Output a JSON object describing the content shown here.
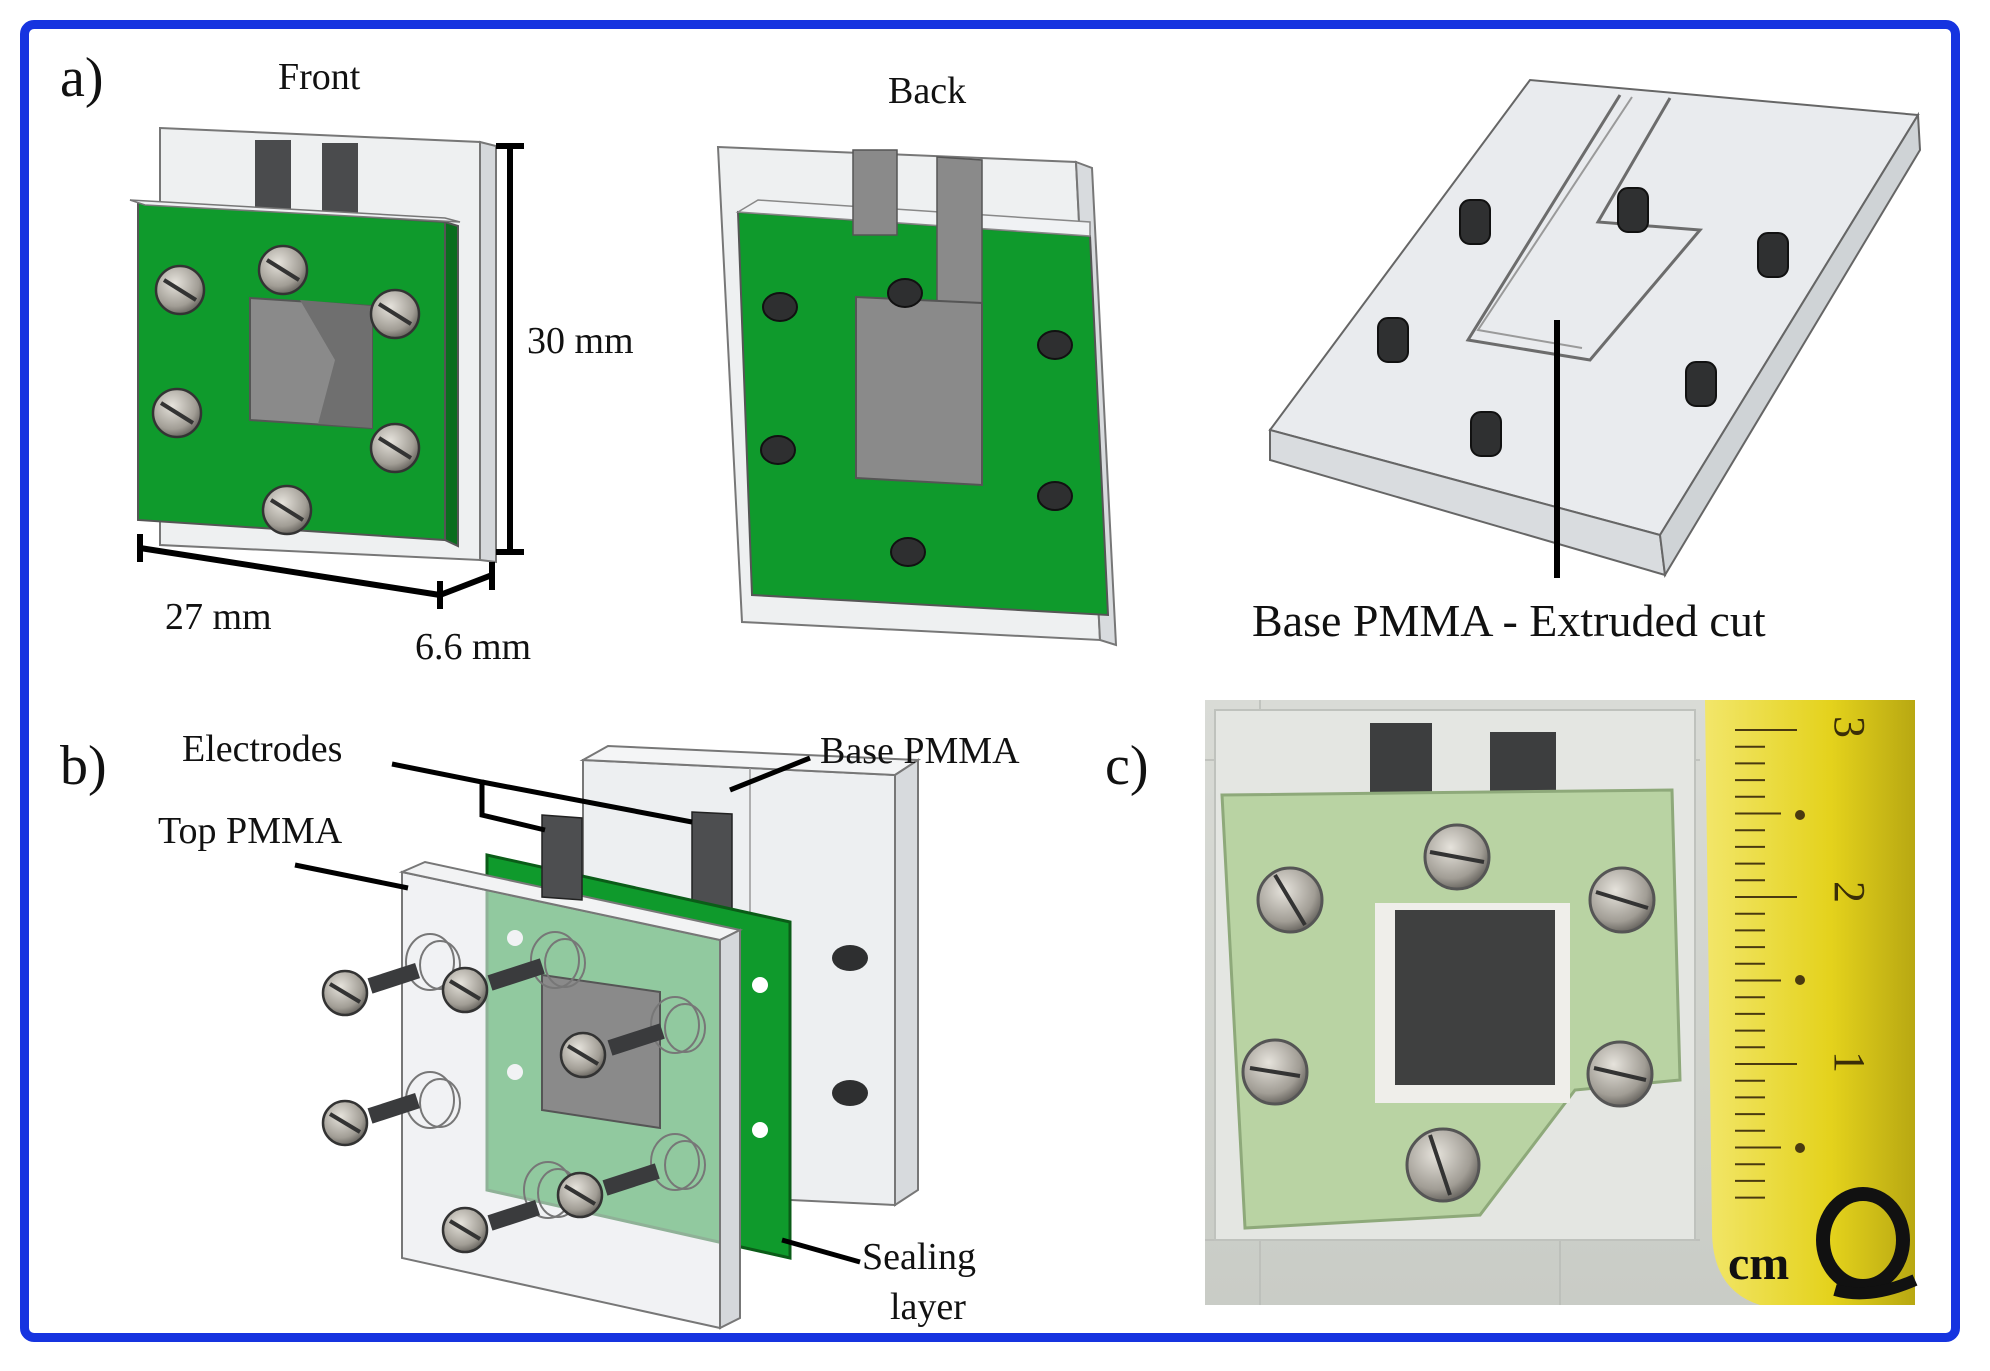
{
  "panels": {
    "a": {
      "letter": "a)",
      "front_title": "Front",
      "back_title": "Back",
      "dim_height": "30 mm",
      "dim_width": "27 mm",
      "dim_depth": "6.6 mm",
      "base_caption": "Base PMMA - Extruded cut"
    },
    "b": {
      "letter": "b)",
      "electrodes": "Electrodes",
      "base_pmma": "Base PMMA",
      "top_pmma": "Top PMMA",
      "sealing_line1": "Sealing",
      "sealing_line2": "layer"
    },
    "c": {
      "letter": "c)",
      "ruler_unit": "cm",
      "ruler_ticks": [
        "1",
        "2",
        "3"
      ]
    }
  },
  "colors": {
    "frame": "#1634e0",
    "sealing_green": "#0f9a2c",
    "electrode_grey": "#7d7d7d",
    "pmma": "#e6e9ec",
    "ruler_yellow": "#e4d21c"
  }
}
